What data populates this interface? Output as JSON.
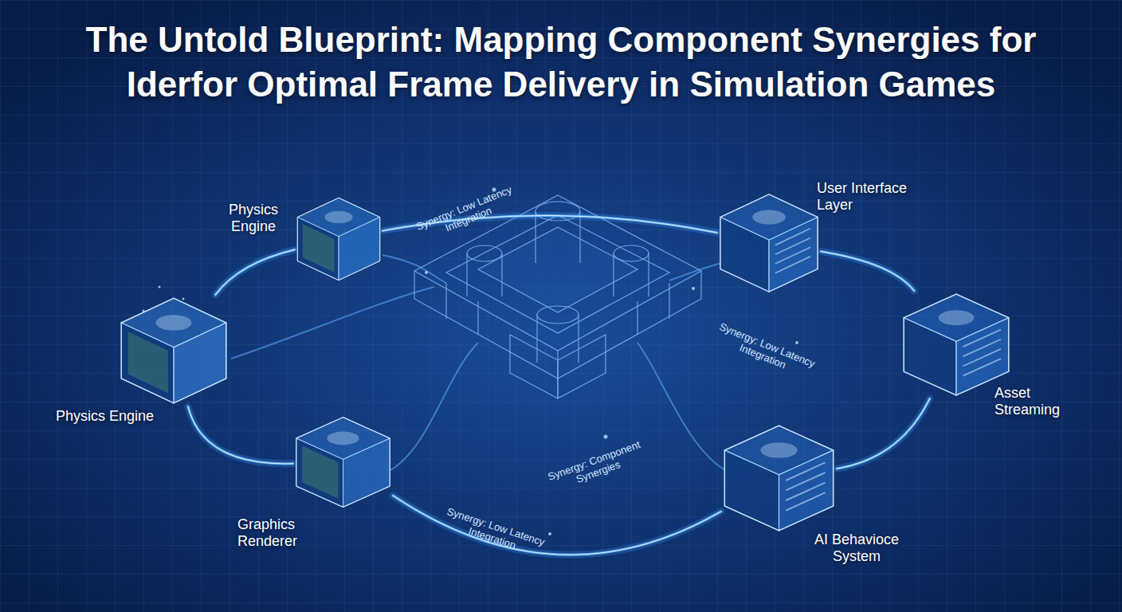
{
  "diagram": {
    "title": "The Untold Blueprint: Mapping Component Synergies for Iderfor Optimal Frame Delivery in Simulation Games",
    "nodes": [
      {
        "text": [
          "Physics Engine"
        ]
      },
      {
        "text": [
          "User Interface Layer"
        ]
      },
      {
        "text": [
          "Physics Engine"
        ]
      },
      {
        "text": [
          "Asset Streaming"
        ]
      },
      {
        "text": [
          "Graphics Renderer"
        ]
      },
      {
        "text": [
          "AI Behavioce System"
        ]
      }
    ],
    "edges": [
      {
        "from": 0,
        "to": 1,
        "label": "Synergy: Low Latency Integration",
        "arrow": "none"
      },
      {
        "from": 1,
        "to": 3,
        "label": "Synergy: Low Latency Integration",
        "arrow": "none"
      },
      {
        "from": 2,
        "to": 0,
        "arrow": "none"
      },
      {
        "from": 2,
        "to": 4,
        "arrow": "none"
      },
      {
        "from": 4,
        "to": 5,
        "label": "Synergy: Low Latency Integration",
        "arrow": "none"
      },
      {
        "from": 5,
        "to": 3,
        "arrow": "none"
      }
    ],
    "labels": [
      "Synergy: Component Synergies"
    ]
  }
}
